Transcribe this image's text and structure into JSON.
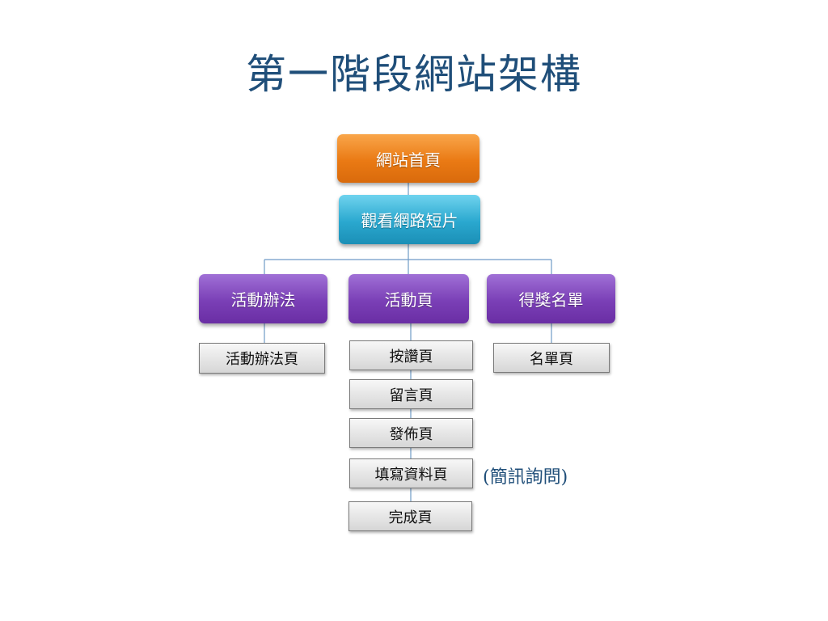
{
  "title": "第一階段網站架構",
  "nodes": {
    "home": "網站首頁",
    "video": "觀看網路短片",
    "rules": "活動辦法",
    "activity": "活動頁",
    "winners": "得獎名單"
  },
  "pages": {
    "rules_page": "活動辦法頁",
    "like_page": "按讚頁",
    "comment_page": "留言頁",
    "publish_page": "發佈頁",
    "form_page": "填寫資料頁",
    "complete_page": "完成頁",
    "winners_page": "名單頁"
  },
  "note": "(簡訊詢問)",
  "colors": {
    "title": "#1f4e79",
    "home": "#ea7a14",
    "video": "#2aa8cf",
    "category": "#7a3fb6",
    "connector": "#6f9bc6"
  }
}
